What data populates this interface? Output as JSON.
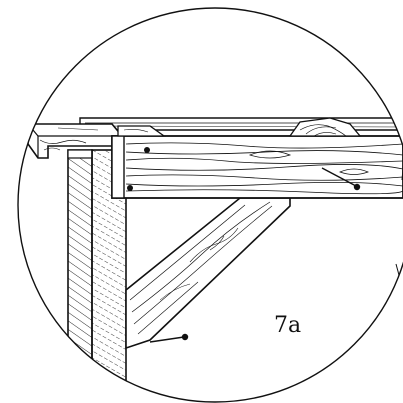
{
  "diagram": {
    "label": "7a",
    "line_color": "#111111",
    "background": "#ffffff",
    "parts": [
      {
        "name": "left-post",
        "icon": "hatched-post"
      },
      {
        "name": "inner-post",
        "icon": "hatched-post"
      },
      {
        "name": "top-beam",
        "icon": "wood-grain-beam"
      },
      {
        "name": "diagonal-brace",
        "icon": "wood-grain-brace"
      },
      {
        "name": "cap-board",
        "icon": "wood-board"
      }
    ],
    "nails": 4
  }
}
